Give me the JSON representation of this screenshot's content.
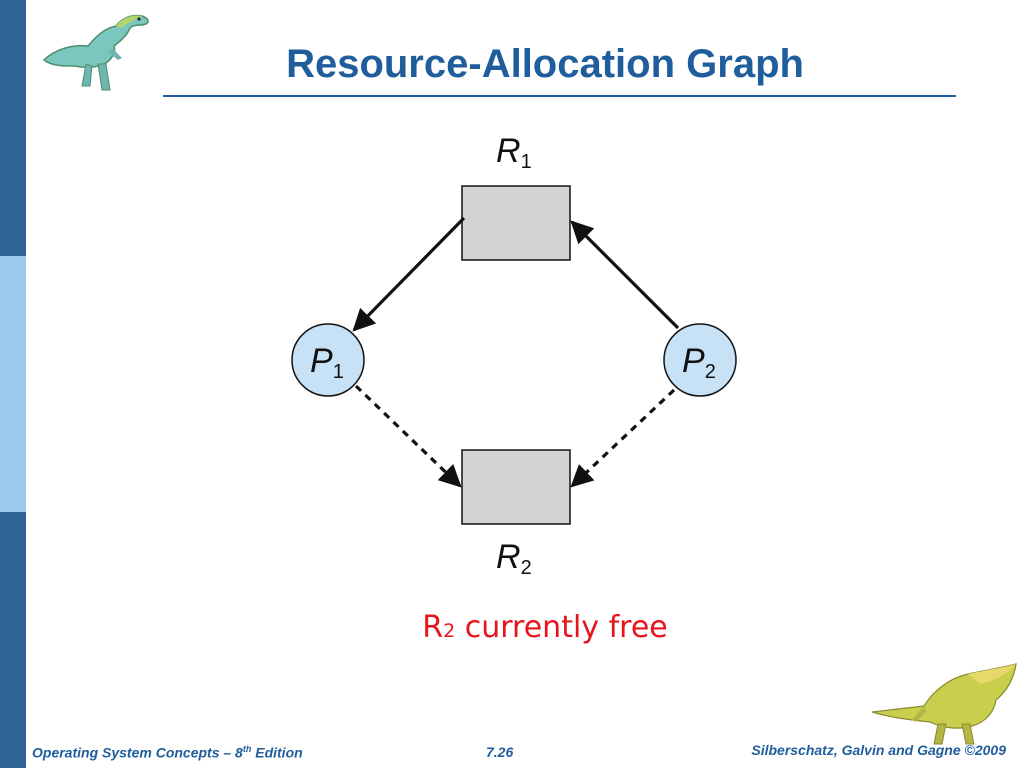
{
  "slide": {
    "title": "Resource-Allocation Graph",
    "note_main": "R",
    "note_sub": "2",
    "note_rest": " currently free"
  },
  "diagram": {
    "resource_1": {
      "letter": "R",
      "sub": "1"
    },
    "resource_2": {
      "letter": "R",
      "sub": "2"
    },
    "process_1": {
      "letter": "P",
      "sub": "1"
    },
    "process_2": {
      "letter": "P",
      "sub": "2"
    }
  },
  "footer": {
    "left_prefix": "Operating System Concepts – 8",
    "left_sup": "th",
    "left_suffix": " Edition",
    "center": "7.26",
    "right": "Silberschatz, Galvin and Gagne ©2009"
  },
  "colors": {
    "title": "#1f5d9c",
    "note": "#e8141c",
    "resource_fill": "#d3d3d3",
    "process_fill": "#c7e2f7",
    "sidebar_dark": "#2e6496",
    "sidebar_light": "#9dc8ee"
  }
}
